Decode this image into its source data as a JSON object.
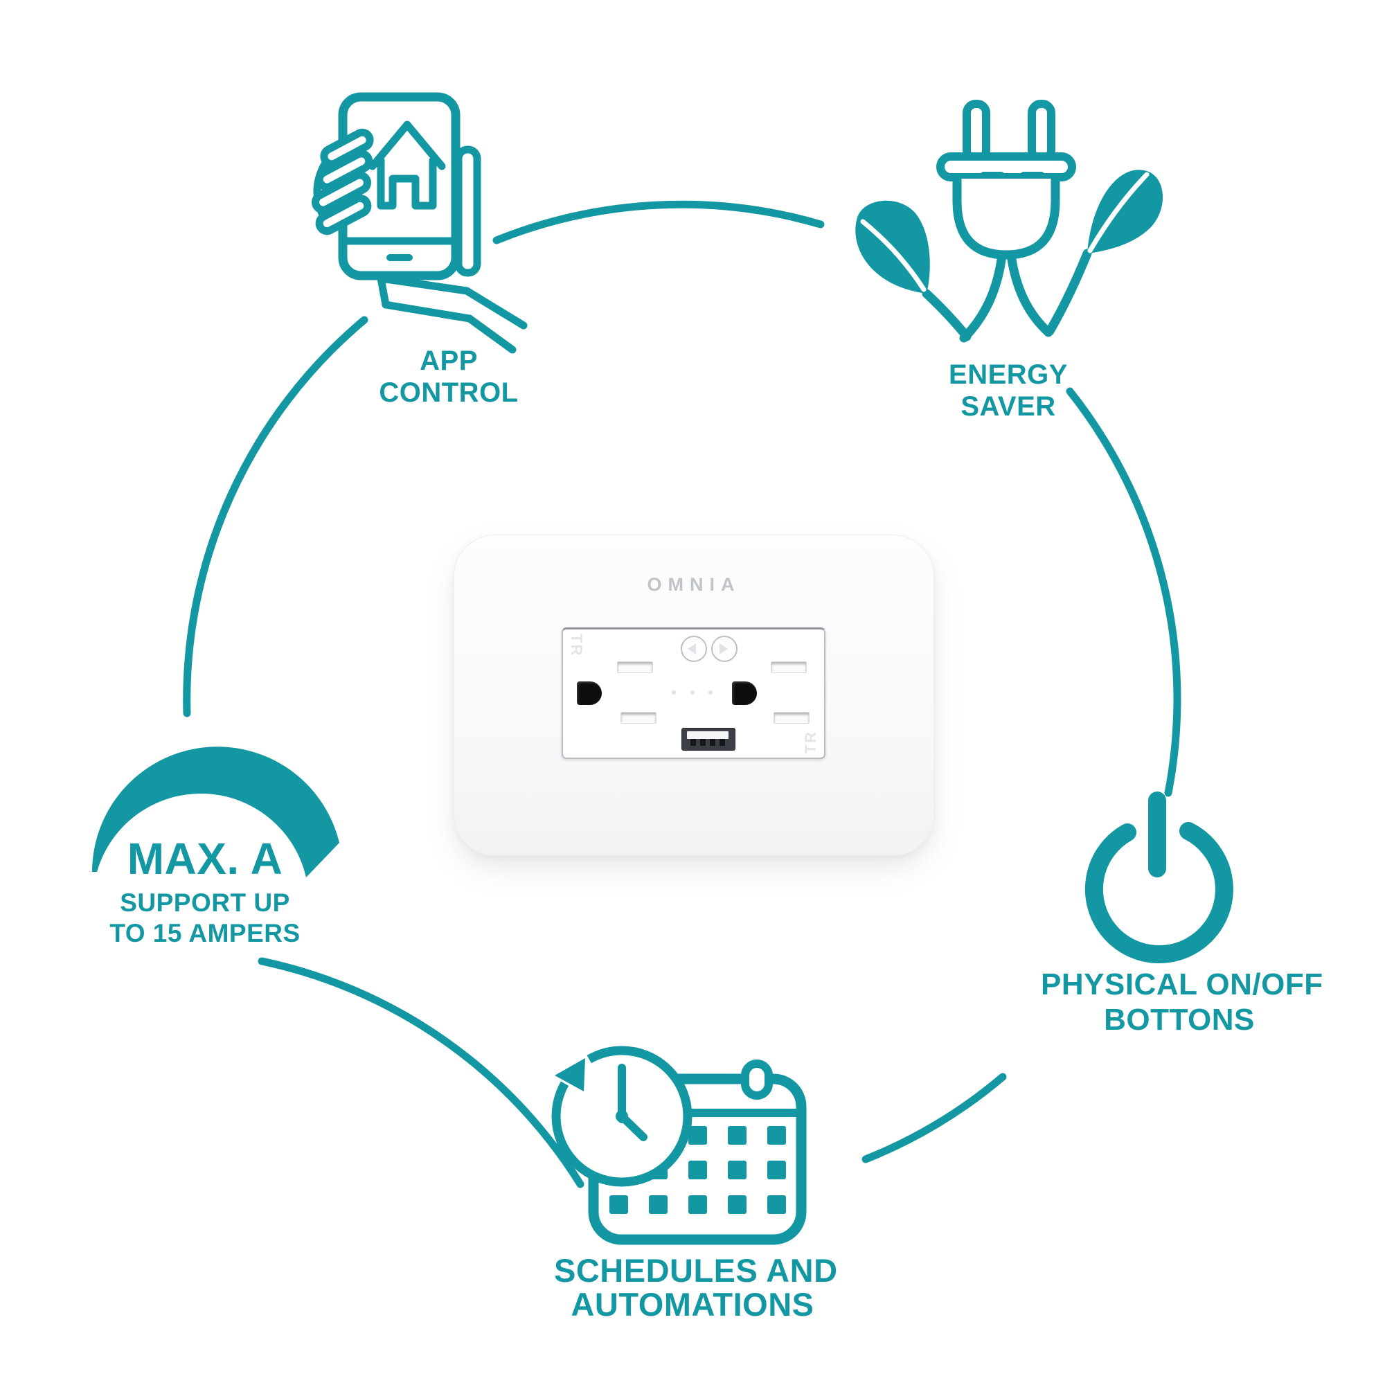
{
  "colors": {
    "accent": "#1297A3",
    "logo_gray": "#c0c3c8"
  },
  "center_product": {
    "brand": "OMNIA",
    "tr_top": "TR",
    "tr_bottom": "TR"
  },
  "features": {
    "app_control": {
      "line1": "APP",
      "line2": "CONTROL"
    },
    "energy_saver": {
      "line1": "ENERGY",
      "line2": "SAVER"
    },
    "max_amperage": {
      "title": "MAX. A",
      "sub1": "SUPPORT UP",
      "sub2": "TO 15 AMPERS"
    },
    "physical_buttons": {
      "line1": "PHYSICAL ON/OFF",
      "line2": "BOTTONS"
    },
    "schedules": {
      "line1": "SCHEDULES AND",
      "line2": "AUTOMATIONS"
    }
  }
}
